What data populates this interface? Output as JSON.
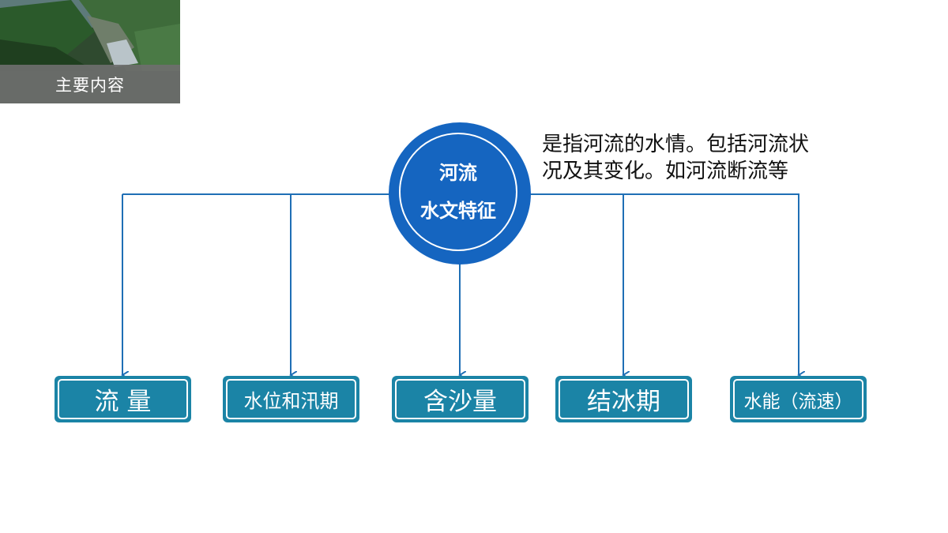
{
  "header": {
    "section_label": "主要内容"
  },
  "center": {
    "line1": "河流",
    "line2": "水文特征"
  },
  "definition": {
    "line1": "是指河流的水情。包括河流状",
    "line2": "况及其变化。如河流断流等"
  },
  "categories": [
    {
      "label": "流 量"
    },
    {
      "label": "水位和汛期"
    },
    {
      "label": "含沙量"
    },
    {
      "label": "结冰期"
    },
    {
      "label": "水能（流速）"
    }
  ],
  "colors": {
    "center_fill": "#1565c0",
    "box_fill": "#1b84a6",
    "connector": "#1f6fb5"
  }
}
